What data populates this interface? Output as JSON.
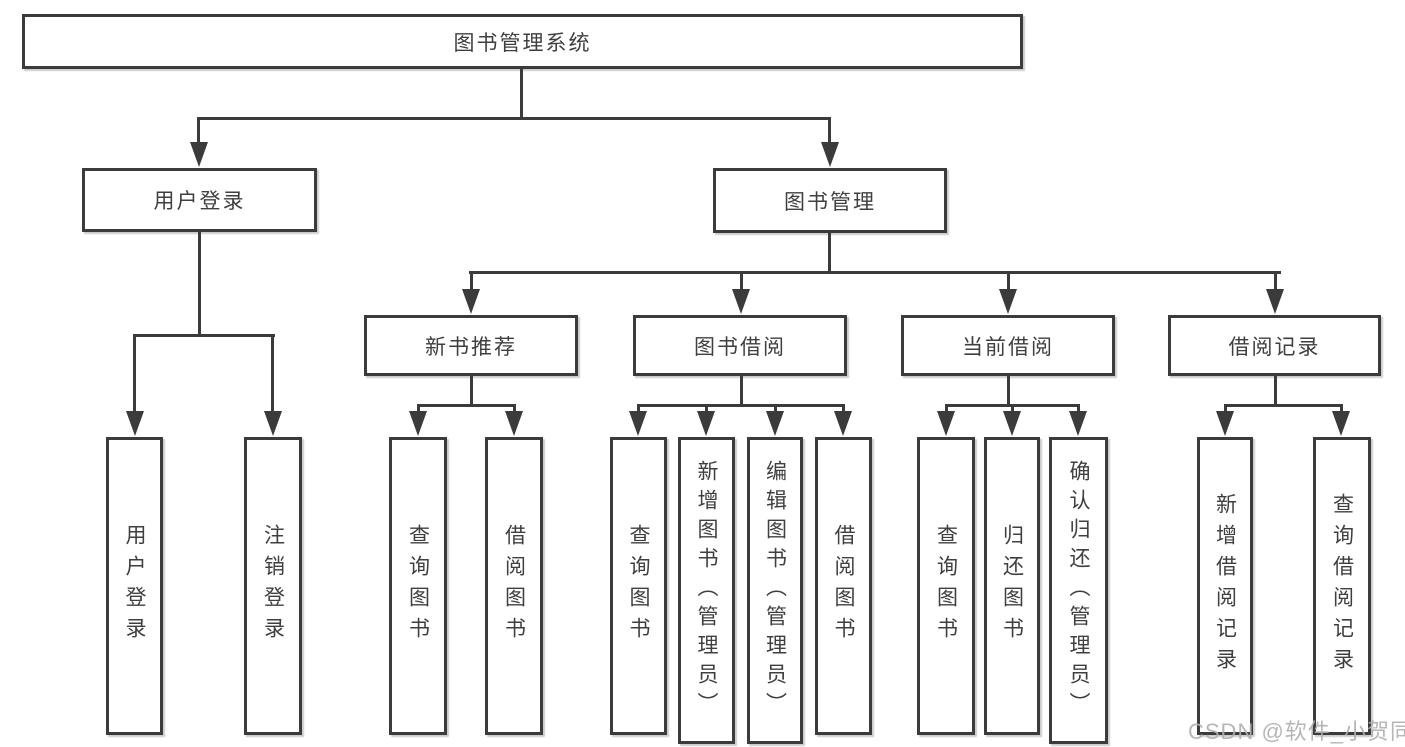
{
  "nodes": {
    "root": {
      "label": "图书管理系统"
    },
    "user_login": {
      "label": "用户登录"
    },
    "book_mgmt": {
      "label": "图书管理"
    },
    "new_book_rec": {
      "label": "新书推荐"
    },
    "book_borrow": {
      "label": "图书借阅"
    },
    "current_borrow": {
      "label": "当前借阅"
    },
    "borrow_records": {
      "label": "借阅记录"
    },
    "ul_user_login": {
      "label": "用户登录"
    },
    "ul_logout": {
      "label": "注销登录"
    },
    "nbr_query_books": {
      "label": "查询图书"
    },
    "nbr_borrow_books": {
      "label": "借阅图书"
    },
    "bb_query_books": {
      "label": "查询图书"
    },
    "bb_add_books": {
      "label": "新增图书（管理员）"
    },
    "bb_edit_books": {
      "label": "编辑图书（管理员）"
    },
    "bb_borrow_books": {
      "label": "借阅图书"
    },
    "cb_query_books": {
      "label": "查询图书"
    },
    "cb_return_books": {
      "label": "归还图书"
    },
    "cb_confirm_return": {
      "label": "确认归还（管理员）"
    },
    "br_add_record": {
      "label": "新增借阅记录"
    },
    "br_query_record": {
      "label": "查询借阅记录"
    }
  },
  "watermark": {
    "text": "CSDN @软件_小贺同学"
  },
  "colors": {
    "line": "#3b3b3b",
    "text": "#3f3f3f",
    "box_background": "#ffffff",
    "watermark": "#b0b0b0",
    "background": "#ffffff"
  }
}
